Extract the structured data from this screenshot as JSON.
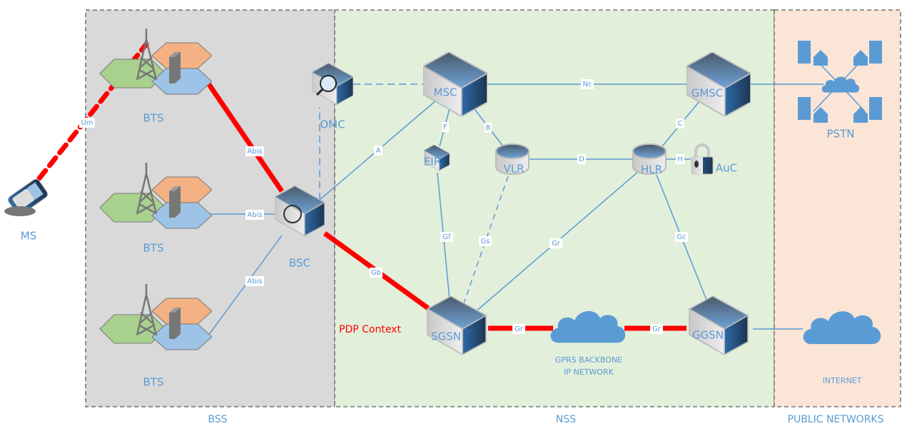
{
  "sections": {
    "bss": "BSS",
    "nss": "NSS",
    "public": "PUBLIC NETWORKS"
  },
  "nodes": {
    "ms": "MS",
    "bts1": "BTS",
    "bts2": "BTS",
    "bts3": "BTS",
    "bsc": "BSC",
    "omc": "OMC",
    "msc": "MSC",
    "gmsc": "GMSC",
    "eir": "EIR",
    "vlr": "VLR",
    "hlr": "HLR",
    "auc": "AuC",
    "sgsn": "SGSN",
    "ggsn": "GGSN",
    "pstn": "PSTN",
    "internet": "INTERNET",
    "backbone_line1": "GPRS BACKBONE",
    "backbone_line2": "IP NETWORK"
  },
  "links": {
    "um": "Um",
    "abis1": "Abis",
    "abis2": "Abis",
    "abis3": "Abis",
    "a": "A",
    "gb": "Gb",
    "nc": "Nc",
    "f": "F",
    "b": "B",
    "d": "D",
    "h": "H",
    "c": "C",
    "gf": "Gf",
    "gs": "Gs",
    "gr_hlr": "Gr",
    "gc": "Gc",
    "gr_sgsn": "Gr",
    "gr_ggsn": "Gr"
  },
  "annotation": {
    "pdp_context": "PDP Context"
  },
  "colors": {
    "bss_bg": "#d9d9d9",
    "nss_bg": "#e2efda",
    "public_bg": "#fbe5d6",
    "link": "#5b9bd5",
    "highlight": "#ff0000"
  }
}
